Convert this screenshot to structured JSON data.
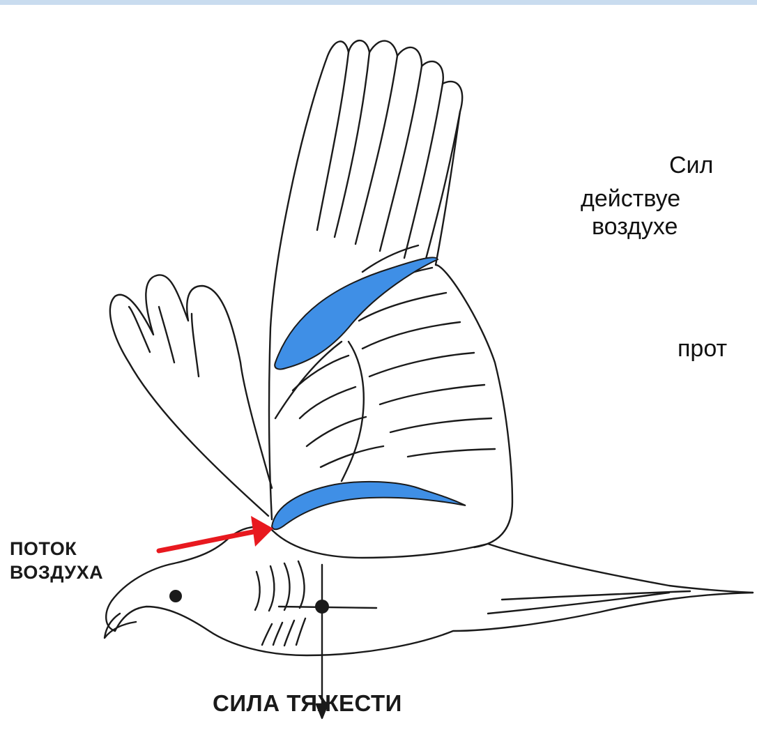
{
  "labels": {
    "airflow_line1": "ПОТОК",
    "airflow_line2": "ВОЗДУХА",
    "gravity": "СИЛА ТЯЖЕСТИ"
  },
  "slide_text": {
    "line1": "Сил",
    "line2": "действуе",
    "line3": "воздухе",
    "line4": "прот"
  },
  "colors": {
    "airfoil": "#3f8fe6",
    "airflow_arrow": "#e8191f",
    "line_art": "#1a1a1a",
    "top_bar": "#c9dcef"
  }
}
